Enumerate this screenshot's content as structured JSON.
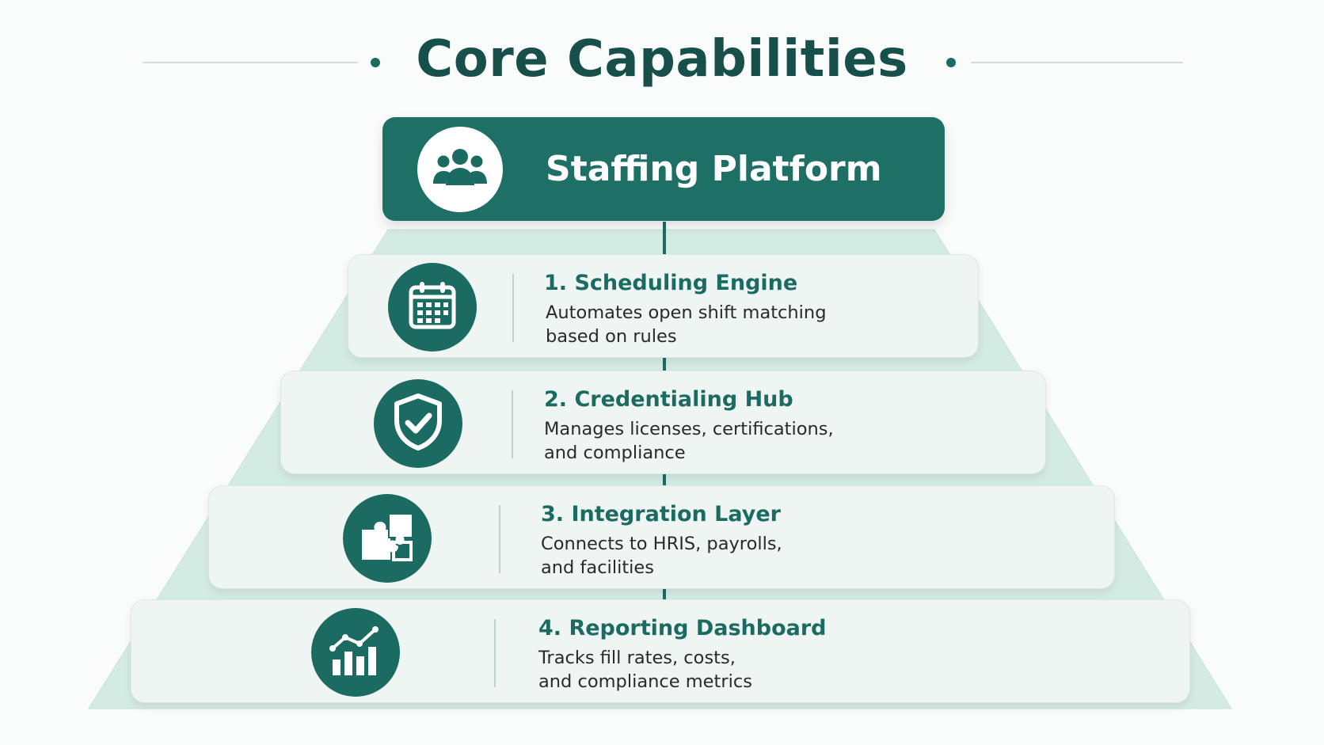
{
  "header": {
    "title": "Core Capabilities"
  },
  "platform": {
    "label": "Staffing Platform",
    "icon": "people-group-icon"
  },
  "tiers": [
    {
      "title": "1. Scheduling Engine",
      "desc_line1": "Automates open shift matching",
      "desc_line2": "based on rules",
      "icon": "calendar-icon"
    },
    {
      "title": "2. Credentialing Hub",
      "desc_line1": "Manages licenses, certifications,",
      "desc_line2": "and compliance",
      "icon": "shield-check-icon"
    },
    {
      "title": "3. Integration Layer",
      "desc_line1": "Connects to HRIS, payrolls,",
      "desc_line2": "and facilities",
      "icon": "puzzle-icon"
    },
    {
      "title": "4. Reporting Dashboard",
      "desc_line1": "Tracks fill rates, costs,",
      "desc_line2": "and compliance metrics",
      "icon": "bar-chart-trend-icon"
    }
  ],
  "colors": {
    "primary": "#1b6b62",
    "title": "#174f4a",
    "card_bg": "#eef5f3",
    "pyramid": "#cfe6df"
  }
}
